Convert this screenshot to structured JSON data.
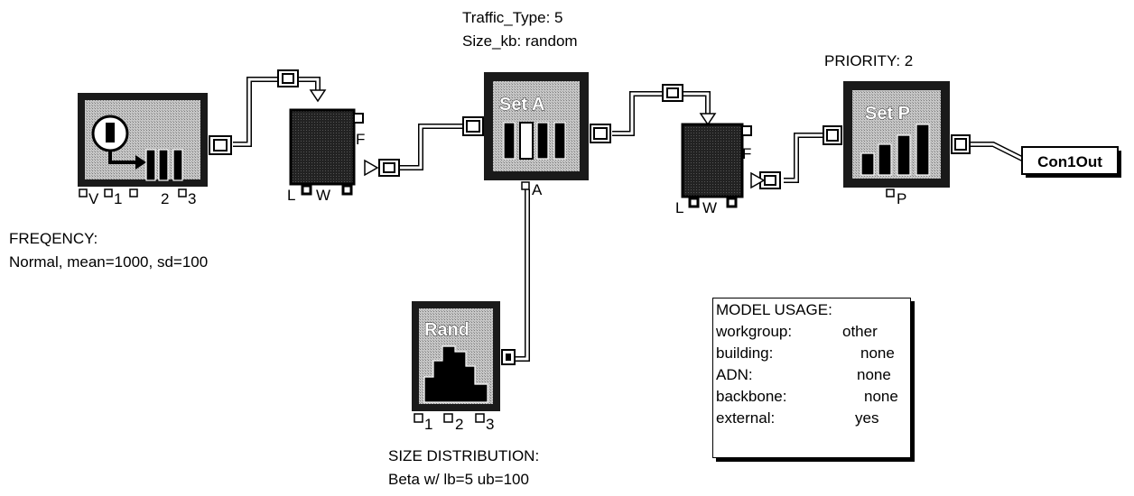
{
  "blocks": {
    "generator": {
      "ports": [
        "V",
        "1",
        "2",
        "3"
      ]
    },
    "queue1": {
      "ports": [
        "L",
        "W",
        "F"
      ]
    },
    "setA": {
      "title": "Set A",
      "port": "A"
    },
    "queue2": {
      "ports": [
        "L",
        "W",
        "F"
      ]
    },
    "setP": {
      "title": "Set P",
      "port": "P"
    },
    "rand": {
      "title": "Rand",
      "ports": [
        "1",
        "2",
        "3"
      ]
    },
    "output": {
      "label": "Con1Out"
    }
  },
  "labels": {
    "traffic_type": "Traffic_Type:  5",
    "size_kb": "Size_kb: random",
    "priority": "PRIORITY: 2",
    "frequency_title": "FREQENCY:",
    "frequency_value": "Normal, mean=1000, sd=100",
    "size_dist_title": "SIZE DISTRIBUTION:",
    "size_dist_value": "Beta w/ lb=5 ub=100"
  },
  "model_usage": {
    "title": "MODEL USAGE:",
    "rows": [
      {
        "key": "workgroup:",
        "value": "other"
      },
      {
        "key": "building:",
        "value": "none"
      },
      {
        "key": "ADN:",
        "value": "none"
      },
      {
        "key": "backbone:",
        "value": "none"
      },
      {
        "key": "external:",
        "value": "yes"
      }
    ]
  },
  "colors": {
    "block_face": "#b8b8b8",
    "block_dark": "#1a1a1a",
    "line": "#000000"
  }
}
